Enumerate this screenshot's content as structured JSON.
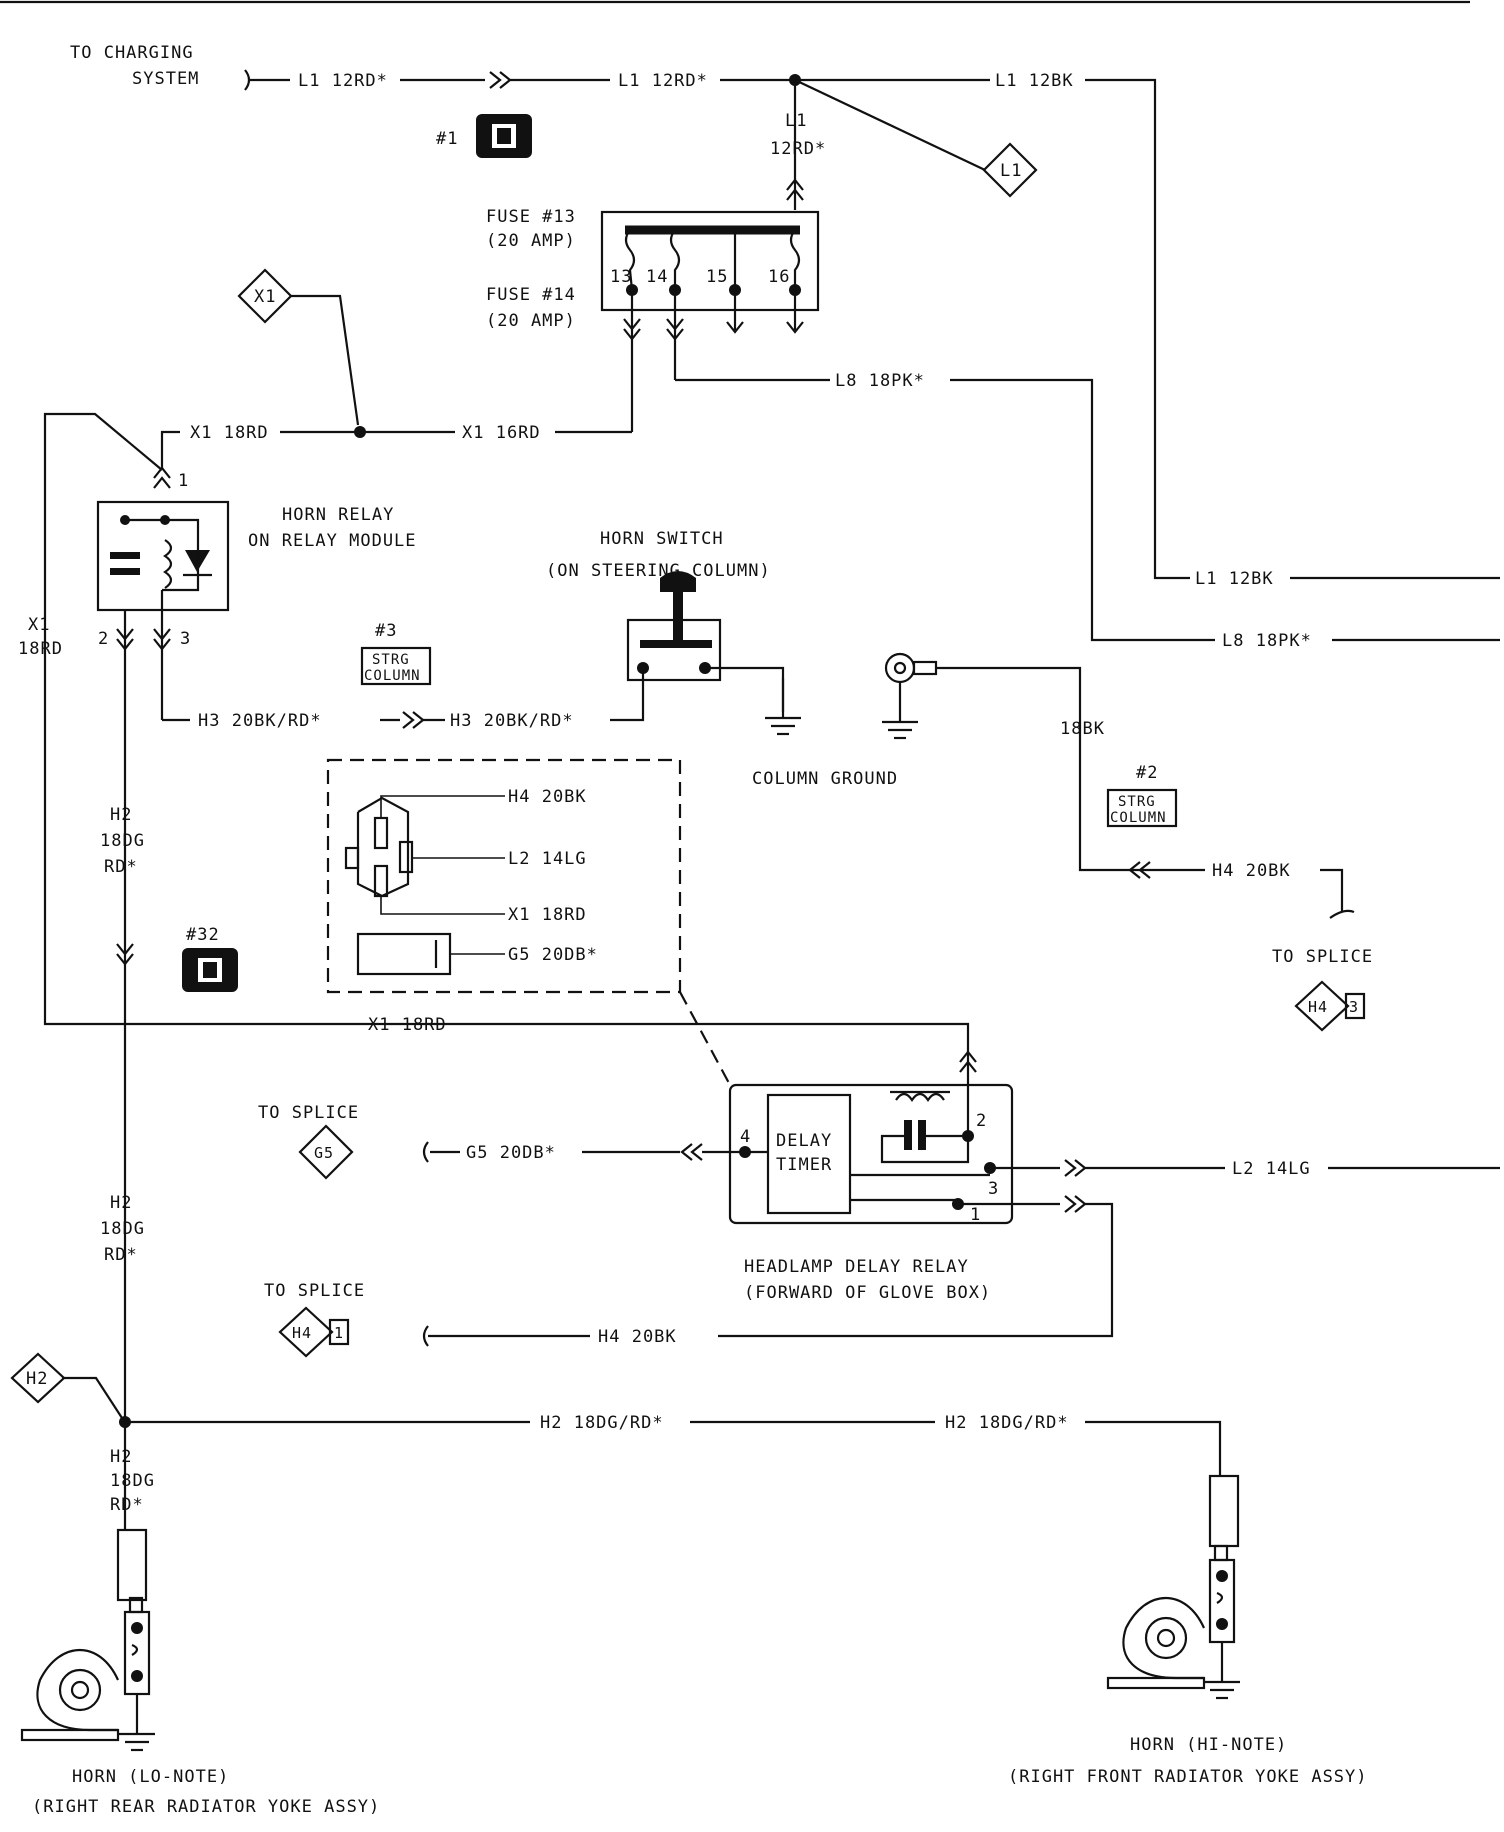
{
  "labels": {
    "to_charging": "TO CHARGING",
    "system": "SYSTEM",
    "l1_12rd_a": "L1 12RD*",
    "l1_12rd_b": "L1 12RD*",
    "l1_12bk_top": "L1 12BK",
    "l1_vert": "L1",
    "l1_vert_2": "12RD*",
    "conn1": "#1",
    "fuse13": "FUSE #13",
    "fuse13_amp": "(20 AMP)",
    "fuse14": "FUSE #14",
    "fuse14_amp": "(20 AMP)",
    "pin13": "13",
    "pin14": "14",
    "pin15": "15",
    "pin16": "16",
    "x1_18rd": "X1 18RD",
    "x1_16rd": "X1 16RD",
    "l8_18pk_a": "L8 18PK*",
    "horn_relay": "HORN RELAY",
    "on_relay_module": "ON RELAY MODULE",
    "pin1": "1",
    "pin2": "2",
    "pin3": "3",
    "x1_side": "X1",
    "x1_side_2": "18RD",
    "horn_switch": "HORN SWITCH",
    "on_column": "(ON STEERING COLUMN)",
    "l1_12bk_right": "L1 12BK",
    "l8_18pk_right": "L8 18PK*",
    "conn3": "#3",
    "strg": "STRG",
    "column": "COLUMN",
    "h3_a": "H3 20BK/RD*",
    "h3_b": "H3 20BK/RD*",
    "column_ground": "COLUMN GROUND",
    "bk18": "18BK",
    "conn2": "#2",
    "h4_20bk_a": "H4 20BK",
    "l2_14lg": "L2 14LG",
    "x1_18rd_c": "X1 18RD",
    "g5_20db": "G5 20DB*",
    "h2": "H2",
    "dg18": "18DG",
    "rd": "RD*",
    "conn32": "#32",
    "h4_20bk_b": "H4 20BK",
    "to_splice_a": "TO SPLICE",
    "h4": "H4",
    "splice3": "3",
    "x1_18rd_long": "X1 18RD",
    "to_splice_g5": "TO SPLICE",
    "g5": "G5",
    "g5_20db_b": "G5 20DB*",
    "delay": "DELAY",
    "timer": "TIMER",
    "pin4": "4",
    "pin2b": "2",
    "pin3b": "3",
    "pin1b": "1",
    "l2_14lg_b": "L2 14LG",
    "hdr": "HEADLAMP DELAY RELAY",
    "hdr_loc": "(FORWARD OF GLOVE BOX)",
    "to_splice_h4": "TO SPLICE",
    "h4b": "H4",
    "splice1": "1",
    "h4_20bk_c": "H4 20BK",
    "h2_diamond": "H2",
    "h2_18dgrd_a": "H2 18DG/RD*",
    "h2_18dgrd_b": "H2 18DG/RD*",
    "horn_lo": "HORN (LO-NOTE)",
    "horn_lo_loc": "(RIGHT REAR RADIATOR YOKE ASSY)",
    "horn_hi": "HORN (HI-NOTE)",
    "horn_hi_loc": "(RIGHT FRONT RADIATOR YOKE ASSY)",
    "x1_diamond": "X1",
    "l1_diamond": "L1"
  }
}
